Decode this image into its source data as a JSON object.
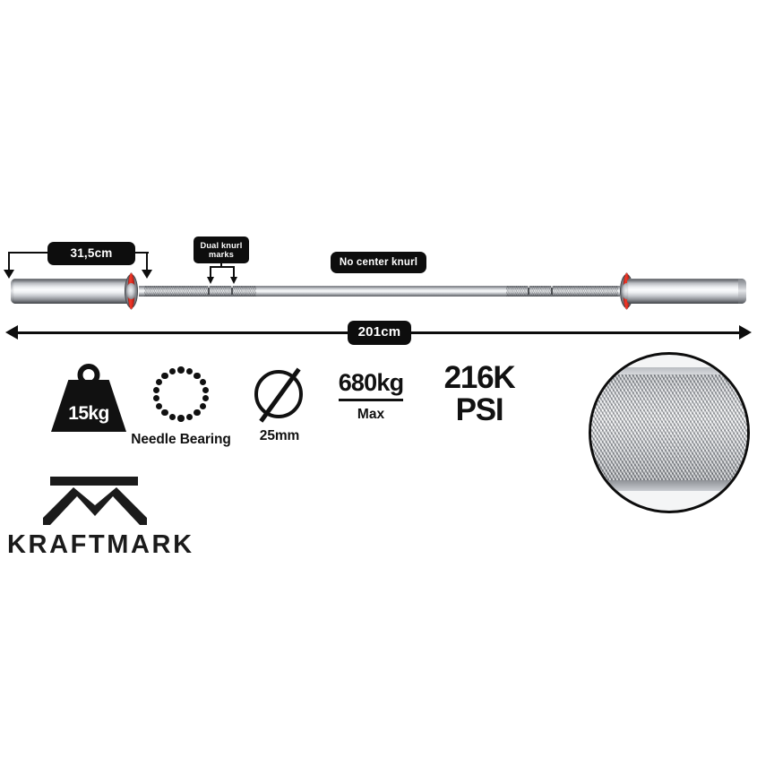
{
  "product": {
    "brand": "KRAFTMARK",
    "type": "olympic-barbell-infographic"
  },
  "callouts": {
    "sleeve_length": {
      "label": "31,5cm",
      "icon": "double-down-arrow-brace"
    },
    "dual_knurl": {
      "label": "Dual knurl\nmarks",
      "icon": "double-down-arrow-brace"
    },
    "no_center_knurl": {
      "label": "No center knurl"
    },
    "total_length": {
      "label": "201cm",
      "icon": "double-headed-arrow"
    }
  },
  "features": [
    {
      "key": "weight",
      "icon": "weight-block-icon",
      "value": "15kg",
      "caption": ""
    },
    {
      "key": "bearing",
      "icon": "needle-bearing-dot-ring-icon",
      "value": "",
      "caption": "Needle Bearing"
    },
    {
      "key": "diameter",
      "icon": "diameter-symbol-icon",
      "value": "",
      "caption": "25mm"
    },
    {
      "key": "max_load",
      "icon": "",
      "value": "680kg",
      "caption": "Max"
    },
    {
      "key": "tensile_strength",
      "icon": "",
      "value": "216K",
      "caption": "PSI"
    }
  ],
  "knurl_closeup": {
    "label": "knurling-detail-closeup"
  },
  "colors": {
    "ink": "#0d0d0d",
    "brand_ink": "#1b1b1b",
    "collar_red": "#d81f16",
    "chrome_light": "#f7f8f9",
    "chrome_dark": "#4a4d52",
    "background": "#ffffff"
  }
}
